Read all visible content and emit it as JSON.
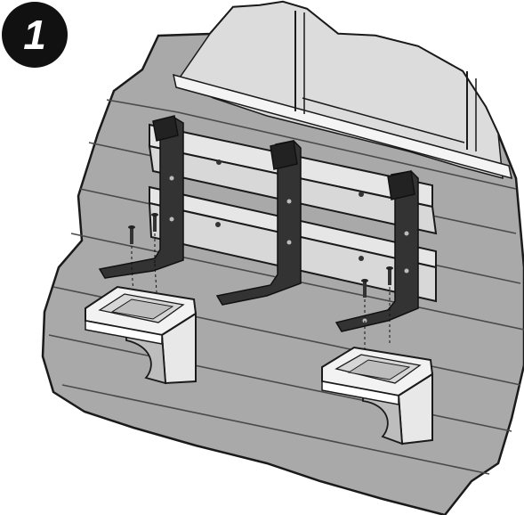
{
  "step": {
    "number": "1"
  },
  "colors": {
    "wall_gray": "#a9a9a9",
    "siding_line": "#4a4a4a",
    "outline": "#1a1a1a",
    "bracket_dark": "#333333",
    "bracket_highlight": "#555555",
    "board_light": "#e6e6e6",
    "window_frame": "#dcdcdc",
    "planter_white": "#f2f2f2",
    "planter_shade": "#bdbdbd",
    "badge_black": "#111111"
  },
  "icons": {
    "step_badge": "black-circle-number",
    "brackets": "wall-bracket-shape",
    "screws": "screw-icon",
    "supports": "planter-support-icon"
  }
}
